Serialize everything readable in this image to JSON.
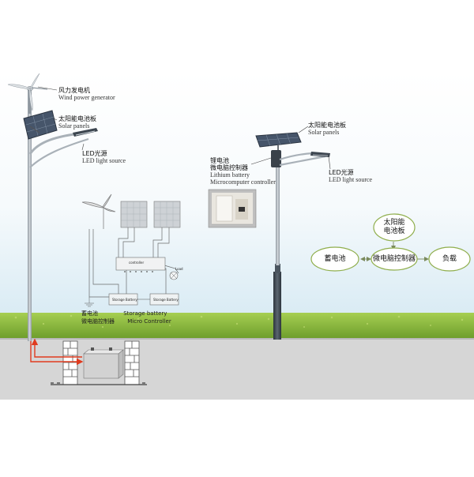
{
  "labels": {
    "wind_cn": "风力发电机",
    "wind_en": "Wind power generator",
    "solar_left_cn": "太阳能电池板",
    "solar_left_en": "Solar panels",
    "led_left_cn": "LED光源",
    "led_left_en": "LED light source",
    "solar_right_cn": "太阳能电池板",
    "solar_right_en": "Solar panels",
    "battery_cn": "锂电池",
    "controller_cn": "微电脑控制器",
    "battery_en": "Lithium battery",
    "controller_en": "Microcomputer controller",
    "led_right_cn": "LED光源",
    "led_right_en": "LED light source",
    "storage_cn": "蓄电池",
    "storage_en": "Storage battery",
    "micro_cn": "微电脑控制器",
    "micro_en": "Micro Controller"
  },
  "flow": {
    "solar": "太阳能\n电池板",
    "storage": "蓄电池",
    "controller": "微电脑控制器",
    "load": "负载"
  },
  "wiring": {
    "controller_label": "controller",
    "load_label": "Load",
    "battery_a": "Storage Battery",
    "battery_b": "Storage Battery"
  },
  "colors": {
    "sky_top": "#ffffff",
    "sky_bottom": "#dfeef6",
    "grass": "#8fbf3a",
    "soil": "#d9d9d9",
    "pole": "#a9b1b8",
    "pole_dark": "#3d4650",
    "panel": "#4a5868",
    "brick": "#6f6f6f",
    "arrow": "#e03b1f",
    "flow_node_border": "#7fae3a"
  }
}
